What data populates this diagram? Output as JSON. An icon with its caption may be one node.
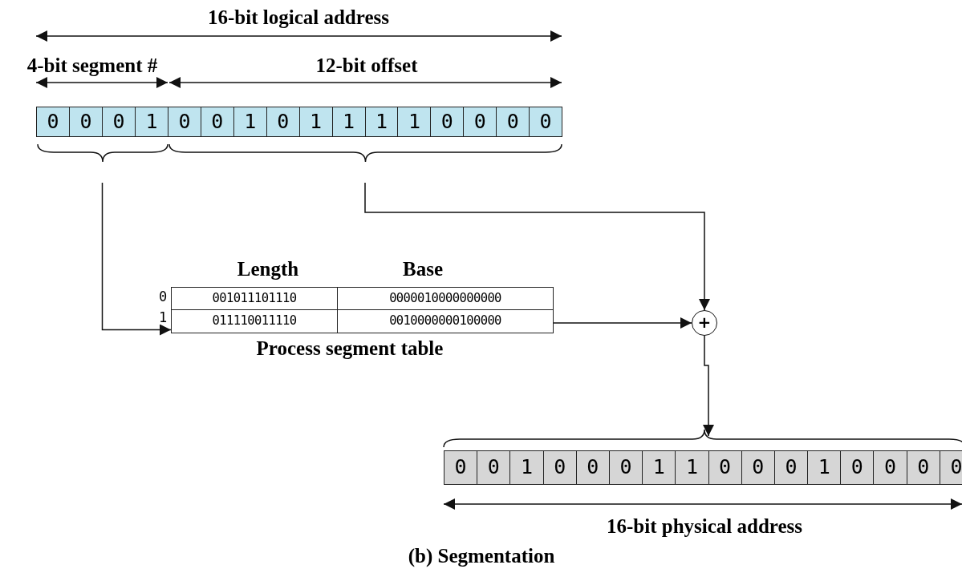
{
  "diagram": {
    "caption": "(b) Segmentation",
    "nodes": [
      {
        "text": [
          "0",
          "0",
          "0",
          "1"
        ]
      },
      {
        "text": [
          "0",
          "0",
          "1",
          "0",
          "1",
          "1",
          "1",
          "1",
          "0",
          "0",
          "0",
          "0"
        ]
      },
      {
        "text": [
          "001011101110",
          "0000010000000000"
        ],
        "beside": [
          "0"
        ]
      },
      {
        "text": [
          "011110011110",
          "0010000000100000"
        ],
        "beside": [
          "1"
        ]
      },
      {
        "text": [
          "+"
        ]
      },
      {
        "text": [
          "0",
          "0",
          "1",
          "0",
          "0",
          "0",
          "1",
          "1",
          "0",
          "0",
          "0",
          "1",
          "0",
          "0",
          "0",
          "0"
        ]
      }
    ],
    "edges": [
      {
        "from": 0,
        "to": 3,
        "arrow": "to"
      },
      {
        "from": 1,
        "to": 4,
        "arrow": "to"
      },
      {
        "from": 3,
        "to": 4,
        "arrow": "to"
      },
      {
        "from": 4,
        "to": 5,
        "arrow": "to"
      }
    ],
    "labels": [
      "16-bit logical address",
      "4-bit segment #",
      "12-bit offset",
      "Length",
      "Base",
      "Process segment table",
      "16-bit physical address"
    ]
  }
}
